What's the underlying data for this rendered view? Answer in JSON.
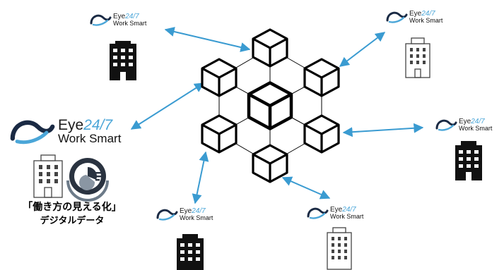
{
  "logos": {
    "brand": "Eye",
    "number": "24/7",
    "tagline": "Work Smart"
  },
  "center_label": {
    "line1": "「働き方の見える化」",
    "line2": "デジタルデータ"
  },
  "colors": {
    "arrow": "#3a9bd1",
    "brand_blue": "#4ba6d8",
    "dark_navy": "#1a2a44",
    "building_dark": "#111111",
    "building_outline": "#444444"
  },
  "icons": [
    "swirl-logo-icon",
    "building-dark-icon",
    "building-outline-icon",
    "pie-chart-icon",
    "blockchain-cube-icon"
  ]
}
